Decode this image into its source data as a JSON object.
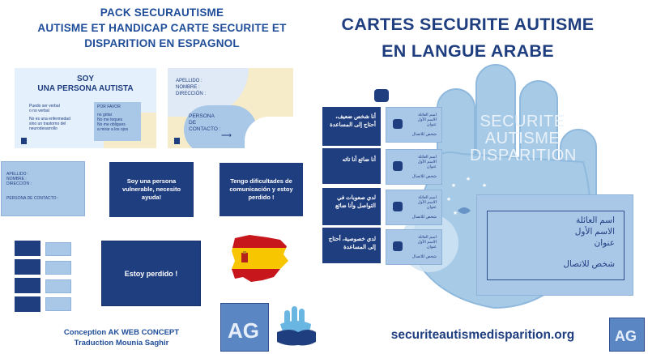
{
  "left_title": [
    "PACK SECURAUTISME",
    "AUTISME ET HANDICAP CARTE SECURITE ET",
    "DISPARITION EN ESPAGNOL"
  ],
  "right_title": [
    "CARTES SECURITE AUTISME",
    "EN LANGUE ARABE"
  ],
  "card_soy": {
    "title": [
      "SOY",
      "UNA PERSONA AUTISTA"
    ],
    "left_text": [
      "Puedo ser verbal",
      "o no verbal",
      "",
      "No es una enfermedad",
      "sino un trastorno del",
      "neurodesarrollo"
    ],
    "box_title": "POR FAVOR",
    "box_items": [
      "no gritar",
      "No me toques",
      "No me obligues",
      "a mirar a los ojos"
    ]
  },
  "card_id_back": {
    "fields": [
      "APELLIDO :",
      "NOMBRE :",
      "DIRECCIÓN :"
    ],
    "contact": [
      "PERSONA",
      "DE",
      "CONTACTO :"
    ]
  },
  "card_id_small": {
    "fields": [
      "APELLIDO :",
      "NOMBRE :",
      "DIRECCIÓN :"
    ],
    "contact": "PERSONA DE CONTACTO :"
  },
  "navy_cards": [
    "Soy una persona vulnerable, necesito ayuda!",
    "Tengo dificultades de comunicación y estoy perdido !",
    "Estoy perdido !"
  ],
  "arabic_navy": [
    "أنا شخص ضعيف، أحتاج إلى المساعدة",
    "أنا ضائع أنا تائه",
    "لدي صعوبات في التواصل وأنا ضائع",
    "لدي خصوصية، أحتاج إلى المساعدة"
  ],
  "arabic_fields": [
    "اسم العائلة",
    "الاسم الأول",
    "عنوان",
    "شخص للاتصال"
  ],
  "big_arabic_fields": [
    "اسم العائلة",
    "الاسم الأول",
    "عنوان",
    "شخص للاتصال"
  ],
  "watermark": [
    "SECURITE",
    "AUTISME",
    "DISPARITION"
  ],
  "credits": [
    "Conception AK WEB CONCEPT",
    "Traduction Mounia Saghir"
  ],
  "website": "securiteautismedisparition.org",
  "colors": {
    "navy": "#1f3e80",
    "light_blue": "#a9c8e8",
    "hand": "#9fc4e3",
    "cream": "#f7ecc9",
    "flag_red": "#c7161c",
    "flag_yellow": "#f7c600"
  }
}
